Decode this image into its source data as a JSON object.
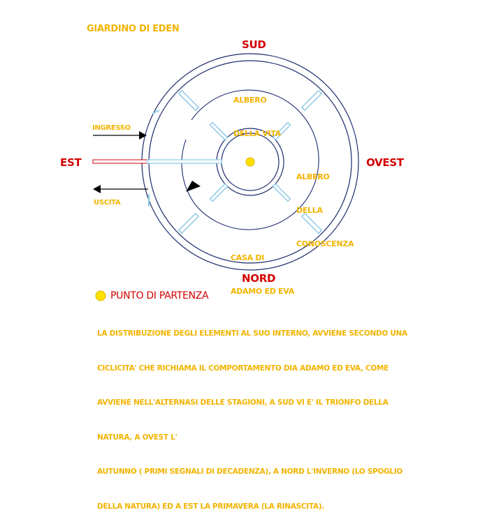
{
  "title": "GIARDINO DI EDEN",
  "directions": {
    "south": "SUD",
    "north": "NORD",
    "east": "EST",
    "west": "OVEST"
  },
  "labels": {
    "tree_of_life": [
      "ALBERO",
      "DELLA VITA"
    ],
    "tree_of_knowledge": [
      "ALBERO",
      "DELLA",
      "CONOSCENZA"
    ],
    "house": [
      "CASA DI",
      "ADAMO ED EVA"
    ],
    "entrance": "INGRESSO",
    "exit": "USCITA"
  },
  "legend": {
    "start_point": "PUNTO DI PARTENZA"
  },
  "description": [
    "LA DISTRIBUZIONE DEGLI ELEMENTI AL SUO INTERNO, AVVIENE SECONDO UNA",
    "CICLICITA' CHE RICHIAMA IL COMPORTAMENTO DIA ADAMO ED EVA, COME",
    "AVVIENE NELL'ALTERNASI DELLE STAGIONI, A SUD VI E' IL TRIONFO DELLA",
    "NATURA, A OVEST L'",
    "AUTUNNO ( PRIMI SEGNALI DI DECADENZA), A NORD L'INVERNO (LO SPOGLIO",
    "DELLA NATURA) ED A EST LA PRIMAVERA (LA RINASCITA)."
  ],
  "colors": {
    "gold": "#f2b400",
    "red": "#d40000",
    "ring": "#1c2a6e",
    "spoke": "#8ecbe8",
    "start_dot": "#ffe000"
  }
}
